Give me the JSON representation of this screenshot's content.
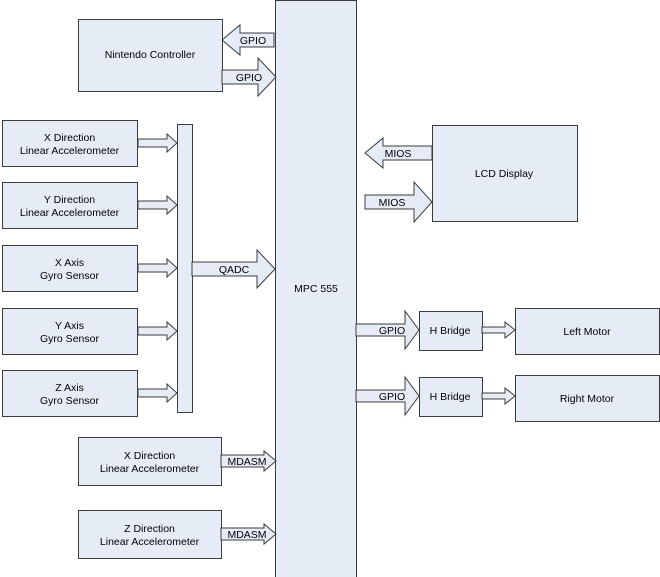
{
  "colors": {
    "fill": "#e6ecf6",
    "stroke": "#3c3c3c"
  },
  "mcu": {
    "label": "MPC 555"
  },
  "nintendo": {
    "label": "Nintendo Controller",
    "in_label": "GPIO",
    "out_label": "GPIO"
  },
  "sensors": [
    {
      "line1": "X Direction",
      "line2": "Linear Accelerometer"
    },
    {
      "line1": "Y Direction",
      "line2": "Linear Accelerometer"
    },
    {
      "line1": "X Axis",
      "line2": "Gyro Sensor"
    },
    {
      "line1": "Y Axis",
      "line2": "Gyro Sensor"
    },
    {
      "line1": "Z Axis",
      "line2": "Gyro Sensor"
    }
  ],
  "qadc": {
    "label": "QADC"
  },
  "mdasm": [
    {
      "line1": "X Direction",
      "line2": "Linear Accelerometer",
      "arrow": "MDASM"
    },
    {
      "line1": "Z Direction",
      "line2": "Linear Accelerometer",
      "arrow": "MDASM"
    }
  ],
  "lcd": {
    "label": "LCD Display",
    "in_label": "MIOS",
    "out_label": "MIOS"
  },
  "motors": [
    {
      "arrow": "GPIO",
      "bridge": "H Bridge",
      "label": "Left Motor"
    },
    {
      "arrow": "GPIO",
      "bridge": "H Bridge",
      "label": "Right Motor"
    }
  ]
}
